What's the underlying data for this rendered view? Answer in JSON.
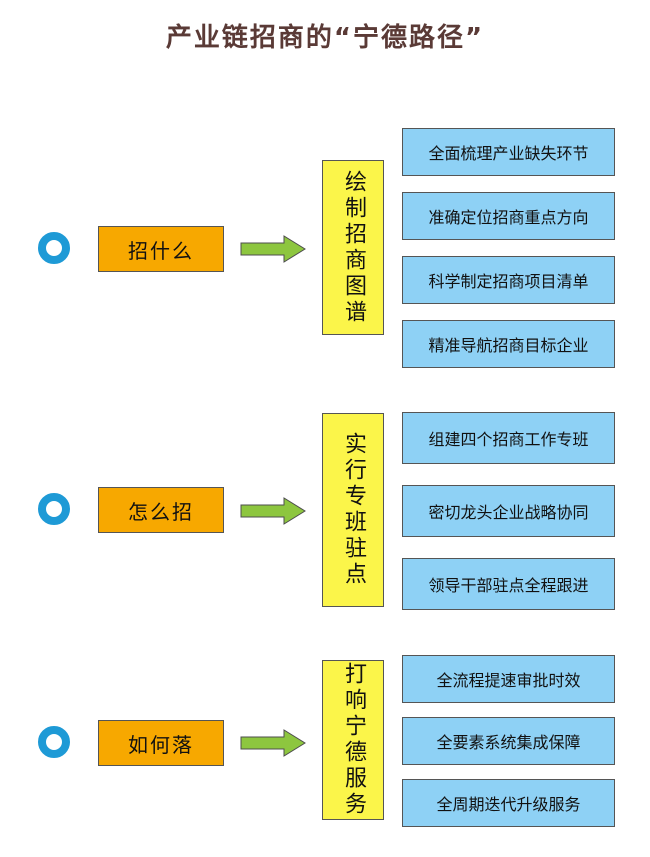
{
  "title": "产业链招商的“宁德路径”",
  "colors": {
    "title": "#5a3a36",
    "question_box": "#f7a800",
    "strategy_box": "#fbf54a",
    "item_box": "#8ed1f5",
    "arrow": "#8dc63f",
    "ring": "#1e9ad6"
  },
  "sections": [
    {
      "question": "招什么",
      "strategy": "绘制招商图谱",
      "items": [
        "全面梳理产业缺失环节",
        "准确定位招商重点方向",
        "科学制定招商项目清单",
        "精准导航招商目标企业"
      ]
    },
    {
      "question": "怎么招",
      "strategy": "实行专班驻点",
      "items": [
        "组建四个招商工作专班",
        "密切龙头企业战略协同",
        "领导干部驻点全程跟进"
      ]
    },
    {
      "question": "如何落",
      "strategy": "打响宁德服务",
      "items": [
        "全流程提速审批时效",
        "全要素系统集成保障",
        "全周期迭代升级服务"
      ]
    }
  ]
}
